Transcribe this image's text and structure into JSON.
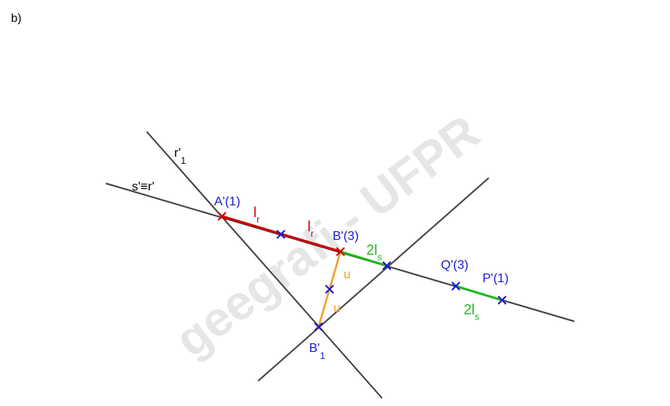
{
  "panel_label": "b)",
  "watermark": "geegrafi - UFPR",
  "labels": {
    "r1_main": "r'",
    "r1_sub": "1",
    "s_equiv_r": "s'≡r'",
    "A": "A'(1)",
    "B": "B'(3)",
    "B1_main": "B'",
    "B1_sub": "1",
    "Q": "Q'(3)",
    "P": "P'(1)",
    "lr1_main": "l",
    "lr1_sub": "r",
    "lr2_main": "l",
    "lr2_sub": "r",
    "u1": "u",
    "u2": "u",
    "ls1_main": "2l",
    "ls1_sub": "s",
    "ls2_main": "2l",
    "ls2_sub": "s"
  },
  "colors": {
    "line": "#444444",
    "red": "#cc0000",
    "green": "#1fb81f",
    "blue": "#1a1acc",
    "orange": "#f0a030",
    "watermark": "#e6e6e6"
  }
}
